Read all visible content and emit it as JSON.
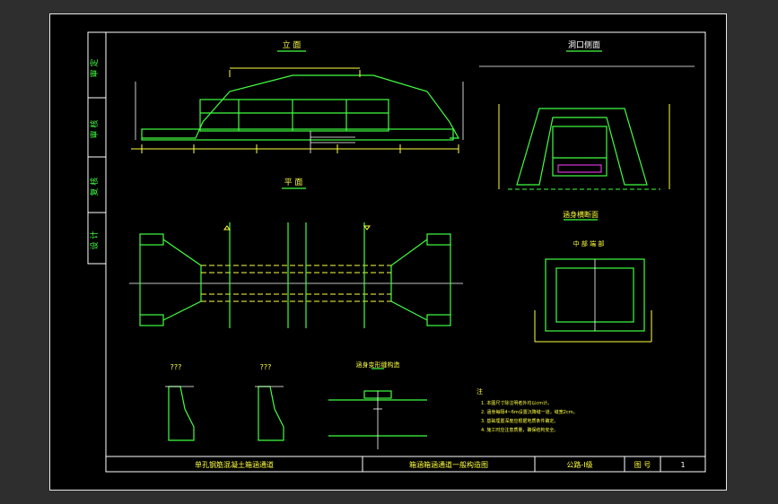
{
  "drawing": {
    "side_block": {
      "labels": [
        "审 定",
        "审 核",
        "复 核",
        "设 计"
      ]
    },
    "views": {
      "elevation_title": "立 面",
      "plan_title": "平 面",
      "portal_title": "洞口侧面",
      "section_title": "涵身横断面",
      "section_sub": "中 部    端 部",
      "joint_title": "涵身变形缝构造",
      "wing_a_title": "???",
      "wing_b_title": "???"
    },
    "notes": {
      "heading": "注",
      "lines": [
        "1. 本图尺寸除注明者外均以cm计。",
        "2. 涵身每隔4~6m设置沉降缝一道，缝宽2cm。",
        "3. 基础埋置深度应根据地质条件确定。",
        "4. 施工时应注意质量，确保结构安全。"
      ]
    },
    "title_bar": {
      "project": "单孔钢筋混凝土箱涵通道",
      "drawing_name": "箱涵箱涵通道一般构造图",
      "grade": "公路-Ⅰ级",
      "sheet_label": "图 号",
      "sheet_no": "1"
    },
    "colors": {
      "outline": "#40ff40",
      "dimension": "#ffff40",
      "text": "#ffffff",
      "background": "#000000"
    }
  }
}
